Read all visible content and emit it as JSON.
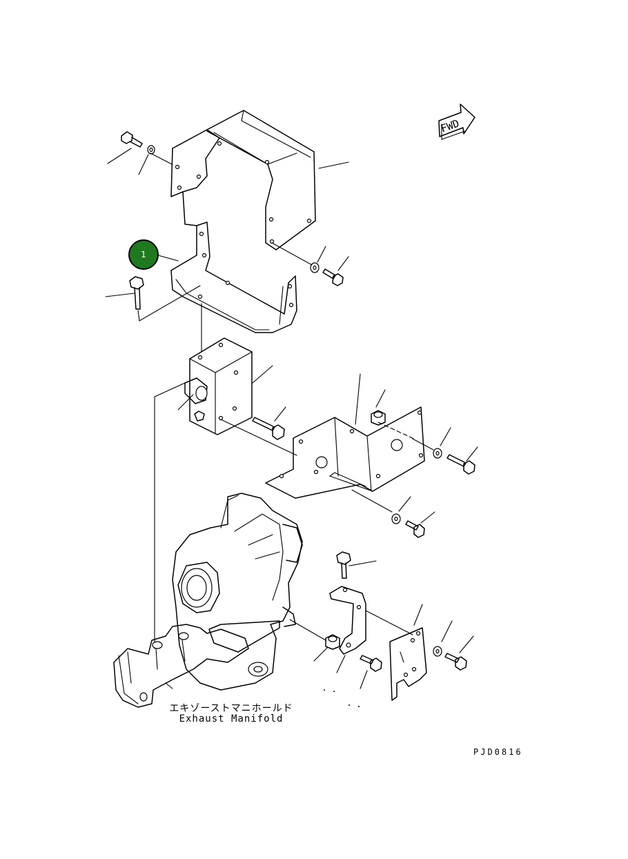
{
  "callout": {
    "number": "1",
    "fill_color": "#1f7a1f"
  },
  "fwd_arrow": {
    "label": "FWD"
  },
  "captions": {
    "japanese": "エキゾーストマニホールド",
    "english": "Exhaust Manifold"
  },
  "drawing_code": "PJD0816"
}
